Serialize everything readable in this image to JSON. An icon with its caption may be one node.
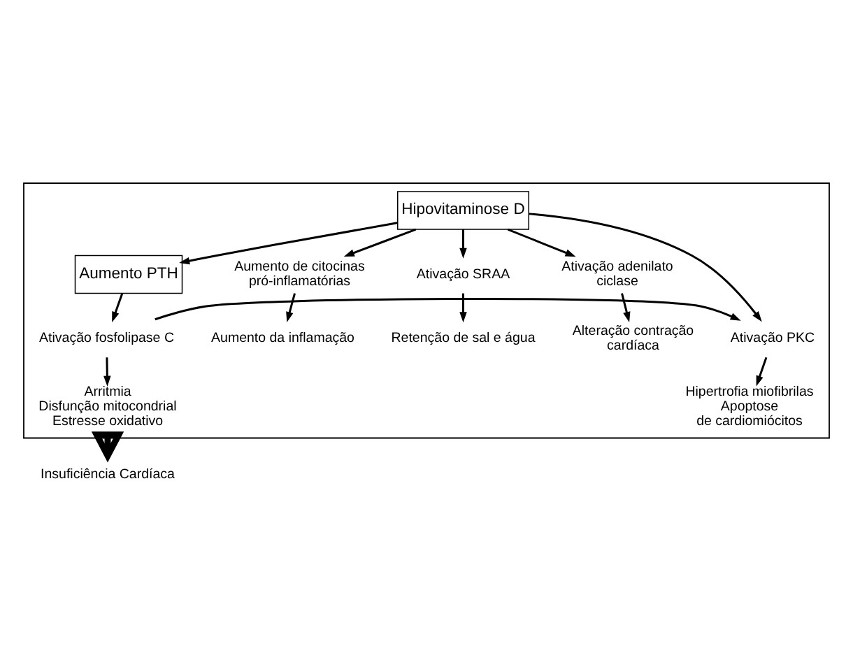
{
  "diagram": {
    "nodes": [
      {
        "text": [],
        "shape": "box"
      },
      {
        "text": [
          "Hipovitaminose D"
        ],
        "in": 0
      },
      {
        "text": [
          "Aumento PTH"
        ],
        "in": 0
      },
      {
        "text": [
          "Aumento de citocinas pró-inflamatórias"
        ],
        "in": 0
      },
      {
        "text": [
          "Aumento da inflamação"
        ],
        "in": 0
      },
      {
        "text": [
          "Ativação SRAA"
        ],
        "in": 0
      },
      {
        "text": [
          "Retenção de sal e água"
        ],
        "in": 0
      },
      {
        "text": [
          "Ativação adenilato ciclase"
        ],
        "in": 0
      },
      {
        "text": [
          "Alteração contração cardíaca"
        ],
        "in": 0
      },
      {
        "text": [
          "Ativação PKC"
        ],
        "in": 0
      },
      {
        "text": [
          "Hipertrofia miofibrilas Apoptose de cardiomiócitos"
        ],
        "in": 0
      },
      {
        "text": [
          "Ativação fosfolipase C"
        ],
        "in": 0
      },
      {
        "text": [
          "Arritmia Disfunção mitocondrial Estresse oxidativo"
        ],
        "in": 0
      },
      {
        "text": [
          "Insuficiência Cardíaca"
        ]
      }
    ],
    "edges": [
      {
        "from": 1,
        "to": 3,
        "arrow": "to"
      },
      {
        "from": 3,
        "to": 4,
        "arrow": "to"
      },
      {
        "from": 1,
        "to": 5,
        "arrow": "to"
      },
      {
        "from": 5,
        "to": 6,
        "arrow": "to"
      },
      {
        "from": 1,
        "to": 7,
        "arrow": "to"
      },
      {
        "from": 7,
        "to": 8,
        "arrow": "to"
      },
      {
        "from": 1,
        "to": 2,
        "arrow": "to"
      },
      {
        "from": 1,
        "to": 9,
        "arrow": "to"
      },
      {
        "from": 2,
        "to": 11,
        "arrow": "to"
      },
      {
        "from": 11,
        "to": 9,
        "arrow": "to"
      },
      {
        "from": 9,
        "to": 10,
        "arrow": "to"
      },
      {
        "from": 11,
        "to": 12,
        "arrow": "to"
      },
      {
        "from": 0,
        "to": 13,
        "arrow": "to",
        "style": "thick"
      }
    ]
  }
}
